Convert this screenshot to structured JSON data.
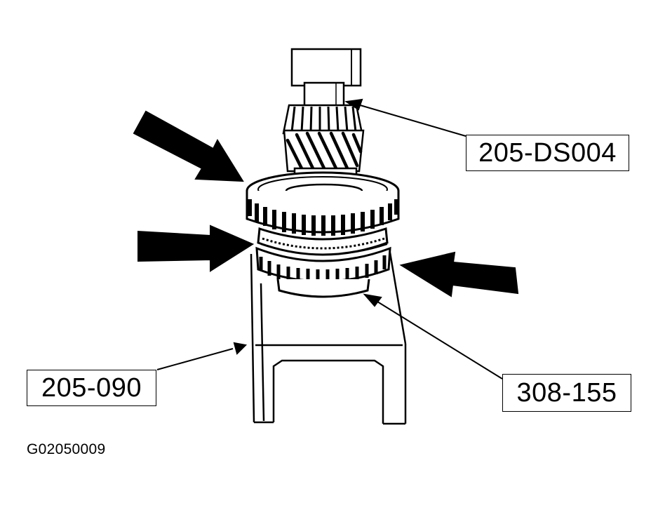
{
  "callouts": {
    "ds004": "205-DS004",
    "tool_090": "205-090",
    "tool_155": "308-155"
  },
  "figure_id": "G02050009",
  "colors": {
    "ink": "#000000",
    "paper": "#ffffff"
  }
}
